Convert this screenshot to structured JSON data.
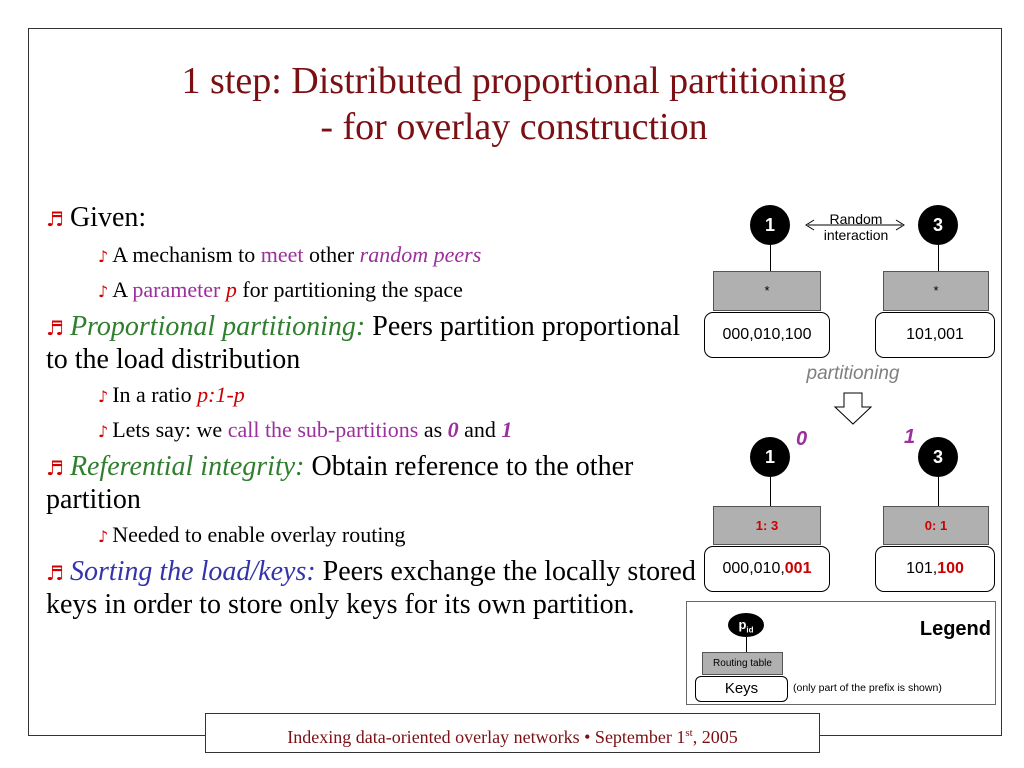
{
  "slide": {
    "title_line1": "1 step: Distributed proportional partitioning",
    "title_line2": "- for overlay construction"
  },
  "bullets": {
    "given": "Given:",
    "mech_a": "A mechanism to ",
    "mech_b": "meet",
    "mech_c": " other ",
    "mech_d": "random peers",
    "param_a": "A ",
    "param_b": "parameter ",
    "param_c": "p",
    "param_d": " for partitioning the space",
    "prop_a": "Proportional partitioning:",
    "prop_b": " Peers partition proportional to the load distribution",
    "ratio_a": "In a ratio ",
    "ratio_b": "p:1-p",
    "lets_a": "Lets say: we ",
    "lets_b": "call the sub-partitions",
    "lets_c": " as ",
    "lets_d": "0",
    "lets_e": " and ",
    "lets_f": "1",
    "ref_a": "Referential integrity:",
    "ref_b": " Obtain reference to the other partition",
    "needed": "Needed to enable overlay routing",
    "sort_a": "Sorting the load/keys:",
    "sort_b": " Peers exchange the locally stored keys in order to store only keys for its own partition."
  },
  "diagram": {
    "top": {
      "node_left": "1",
      "node_right": "3",
      "interaction_line1": "Random",
      "interaction_line2": "interaction",
      "rt_left": "*",
      "rt_right": "*",
      "keys_left": "000,010,100",
      "keys_right": "101,001"
    },
    "partitioning_label": "partitioning",
    "bottom": {
      "node_left": "1",
      "node_right": "3",
      "part_left": "0",
      "part_right": "1",
      "rt_left": "1: 3",
      "rt_right": "0: 1",
      "keys_left_prefix": "000,010,",
      "keys_left_highlight": "001",
      "keys_right_prefix": "101,",
      "keys_right_highlight": "100"
    }
  },
  "legend": {
    "title": "Legend",
    "pid_main": "p",
    "pid_sub": "id",
    "routing_table": "Routing table",
    "keys": "Keys",
    "note": "(only part of the prefix is shown)"
  },
  "footer": {
    "text": "Indexing data-oriented overlay networks • September 1",
    "sup": "st",
    "year": ", 2005"
  },
  "colors": {
    "title": "#7a0f14",
    "highlight_purple": "#9b2f9b",
    "highlight_red": "#cc0000",
    "highlight_green": "#2f7f2f",
    "highlight_blue": "#3333aa",
    "routing_table_fill": "#b0b0b0"
  },
  "icons": {
    "bullet": "music-note-icon",
    "partition_arrow": "down-arrow-icon"
  }
}
